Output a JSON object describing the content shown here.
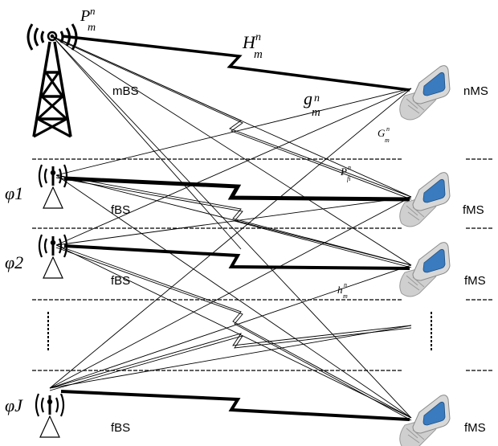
{
  "nodes": {
    "macro_bs_label": "mBS",
    "macro_ms_label": "nMS",
    "femto_bs_label": "fBS",
    "femto_ms_label": "fMS"
  },
  "group_symbols": {
    "phi1": "φ1",
    "phi2": "φ2",
    "phiJ": "φJ"
  },
  "channel_labels": {
    "p": {
      "base": "P",
      "sup": "n",
      "sub": "m"
    },
    "H": {
      "base": "H",
      "sup": "n",
      "sub": "m"
    },
    "g": {
      "base": "g",
      "sup": "n",
      "sub": "m"
    },
    "G": {
      "base": "G",
      "sup": "n",
      "sub": "m"
    },
    "Pf": {
      "base": "P",
      "sup": "n",
      "sub": "fi"
    },
    "h": {
      "base": "h",
      "sup": "n",
      "sub": "m"
    }
  },
  "colors": {
    "line": "#000000",
    "phone_body": "#c8c8c8",
    "phone_screen": "#3a7bbf"
  },
  "icons": [
    "antenna-tower-icon",
    "femto-antenna-icon",
    "mobile-phone-icon"
  ]
}
